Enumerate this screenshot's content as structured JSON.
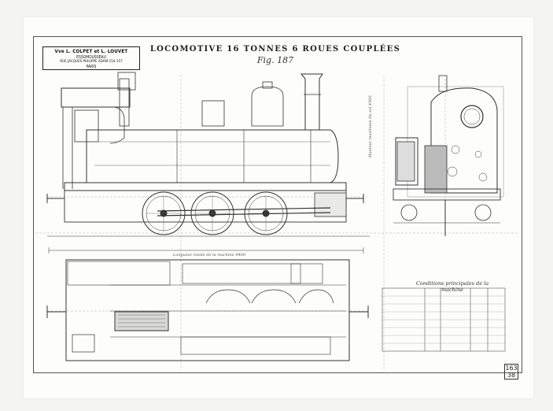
{
  "plate": {
    "title": "LOCOMOTIVE 16 TONNES 6 ROUES COUPLÉES",
    "figure": "Fig. 187",
    "page_number": "163",
    "page_subnumber": "38"
  },
  "stamp": {
    "line1": "Vve L. COLPET et L. LOUVET",
    "line2": "ESSOMOUSSEAU",
    "line3": "RUE JACQUES PHILIPPE ADAM 154-157",
    "line4": "PARIS"
  },
  "annotations": {
    "table_heading": "Conditions principales de la machine",
    "side_scale": "Longueur totale de la machine 9400",
    "height_note": "Hauteur maximum du sol 4300"
  },
  "colors": {
    "ink": "#333333",
    "paper": "#fdfdfc",
    "background": "#f4f4f2"
  }
}
